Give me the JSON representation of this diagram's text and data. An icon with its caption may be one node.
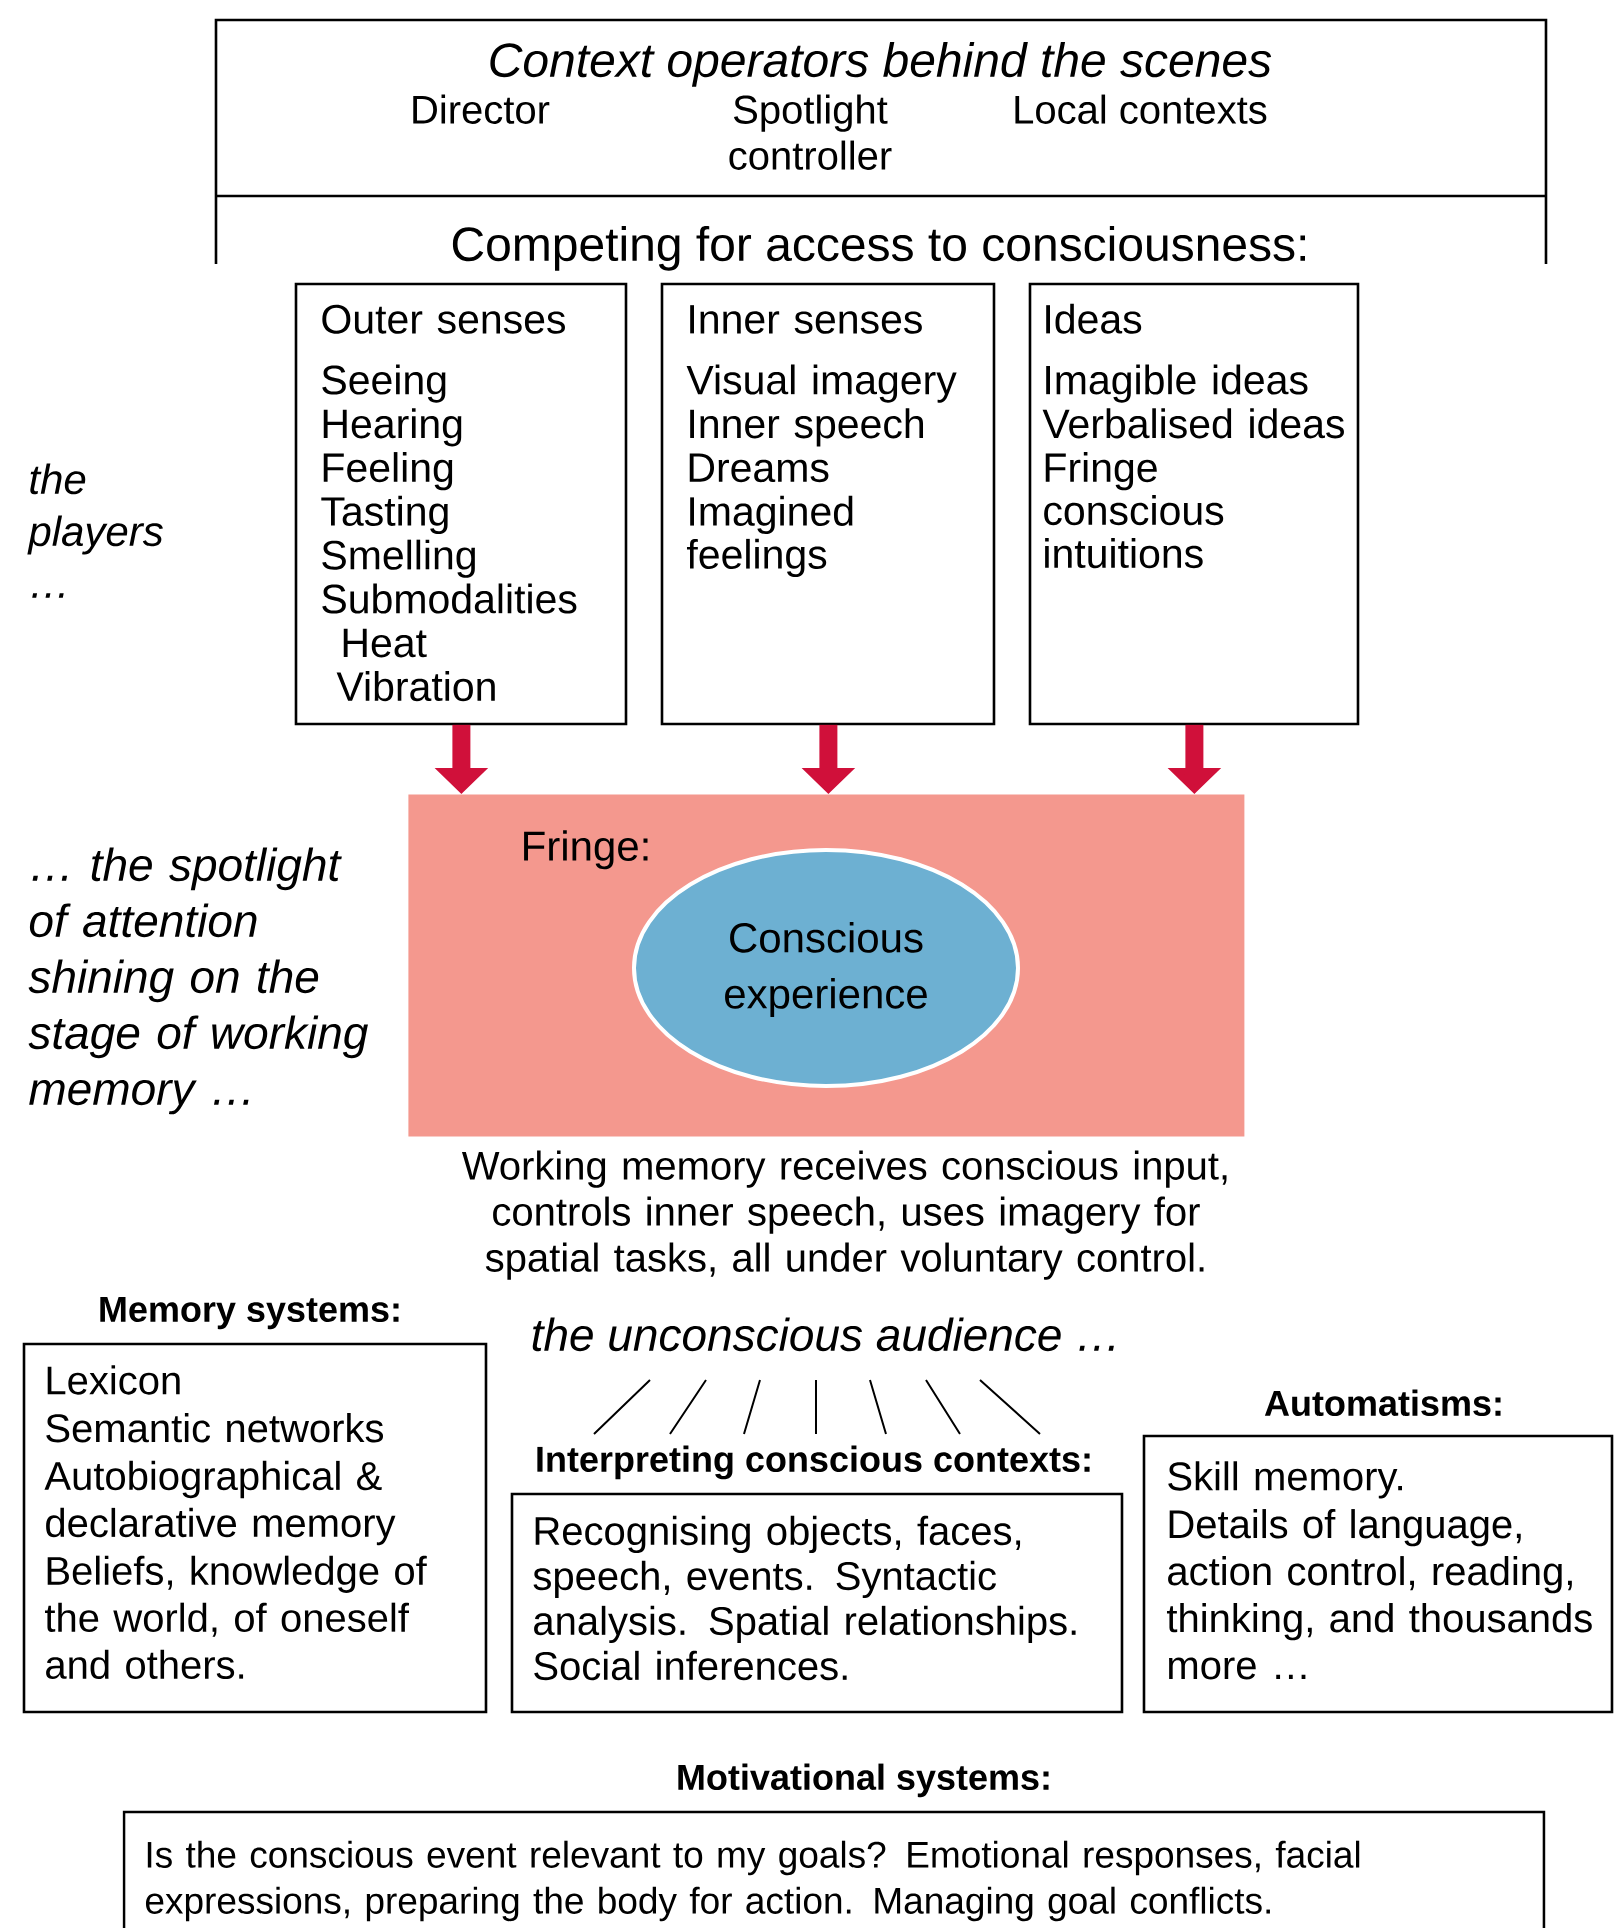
{
  "diagram": {
    "nodes": [
      {
        "text": [
          "Context operators behind the scenes",
          "Director",
          "Spotlight controller",
          "Local contexts",
          "Competing for access to consciousness:"
        ]
      },
      {
        "text": [
          "Outer senses",
          "Seeing",
          "Hearing",
          "Feeling",
          "Tasting",
          "Smelling",
          "Submodalities",
          "Heat",
          "Vibration"
        ]
      },
      {
        "text": [
          "Inner senses",
          "Visual imagery",
          "Inner speech",
          "Dreams",
          "Imagined feelings"
        ]
      },
      {
        "text": [
          "Ideas",
          "Imagible ideas",
          "Verbalised ideas",
          "Fringe conscious intuitions"
        ]
      },
      {
        "text": [
          "Fringe:"
        ],
        "beside": [
          "Working memory receives conscious input, controls inner speech, uses imagery for spatial tasks, all under voluntary control."
        ]
      },
      {
        "text": [
          "Conscious experience"
        ],
        "in": 4
      },
      {
        "text": [
          "Memory systems:",
          "Lexicon",
          "Semantic networks",
          "Autobiographical & declarative memory",
          "Beliefs, knowledge of the world, of oneself and others."
        ]
      },
      {
        "text": [
          "Interpreting conscious contexts:",
          "Recognising objects, faces, speech, events. Syntactic analysis. Spatial relationships. Social inferences."
        ]
      },
      {
        "text": [
          "Automatisms:",
          "Skill memory.",
          "Details of language, action control, reading, thinking, and thousands more …"
        ]
      },
      {
        "text": [
          "Motivational systems:",
          "Is the conscious event relevant to my goals? Emotional responses, facial expressions, preparing the body for action. Managing goal conflicts."
        ]
      }
    ],
    "edges": [
      {
        "from": 1,
        "to": 4,
        "arrow": "to"
      },
      {
        "from": 2,
        "to": 4,
        "arrow": "to"
      },
      {
        "from": 3,
        "to": 4,
        "arrow": "to"
      }
    ],
    "labels": [
      "the players …",
      "… the spotlight of attention shining on the stage of working memory …",
      "the unconscious audience …"
    ]
  }
}
